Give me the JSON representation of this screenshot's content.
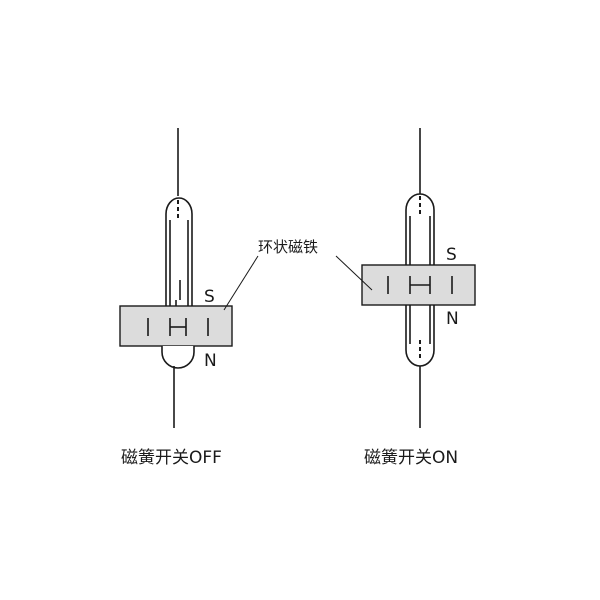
{
  "callout": {
    "text": "环状磁铁"
  },
  "off_switch": {
    "caption": "磁簧开关OFF",
    "pole_top": "S",
    "pole_bottom": "N"
  },
  "on_switch": {
    "caption": "磁簧开关ON",
    "pole_top": "S",
    "pole_bottom": "N"
  },
  "colors": {
    "line": "#1a1a1a",
    "magnet_fill": "#dcdcdc",
    "background": "#ffffff"
  }
}
